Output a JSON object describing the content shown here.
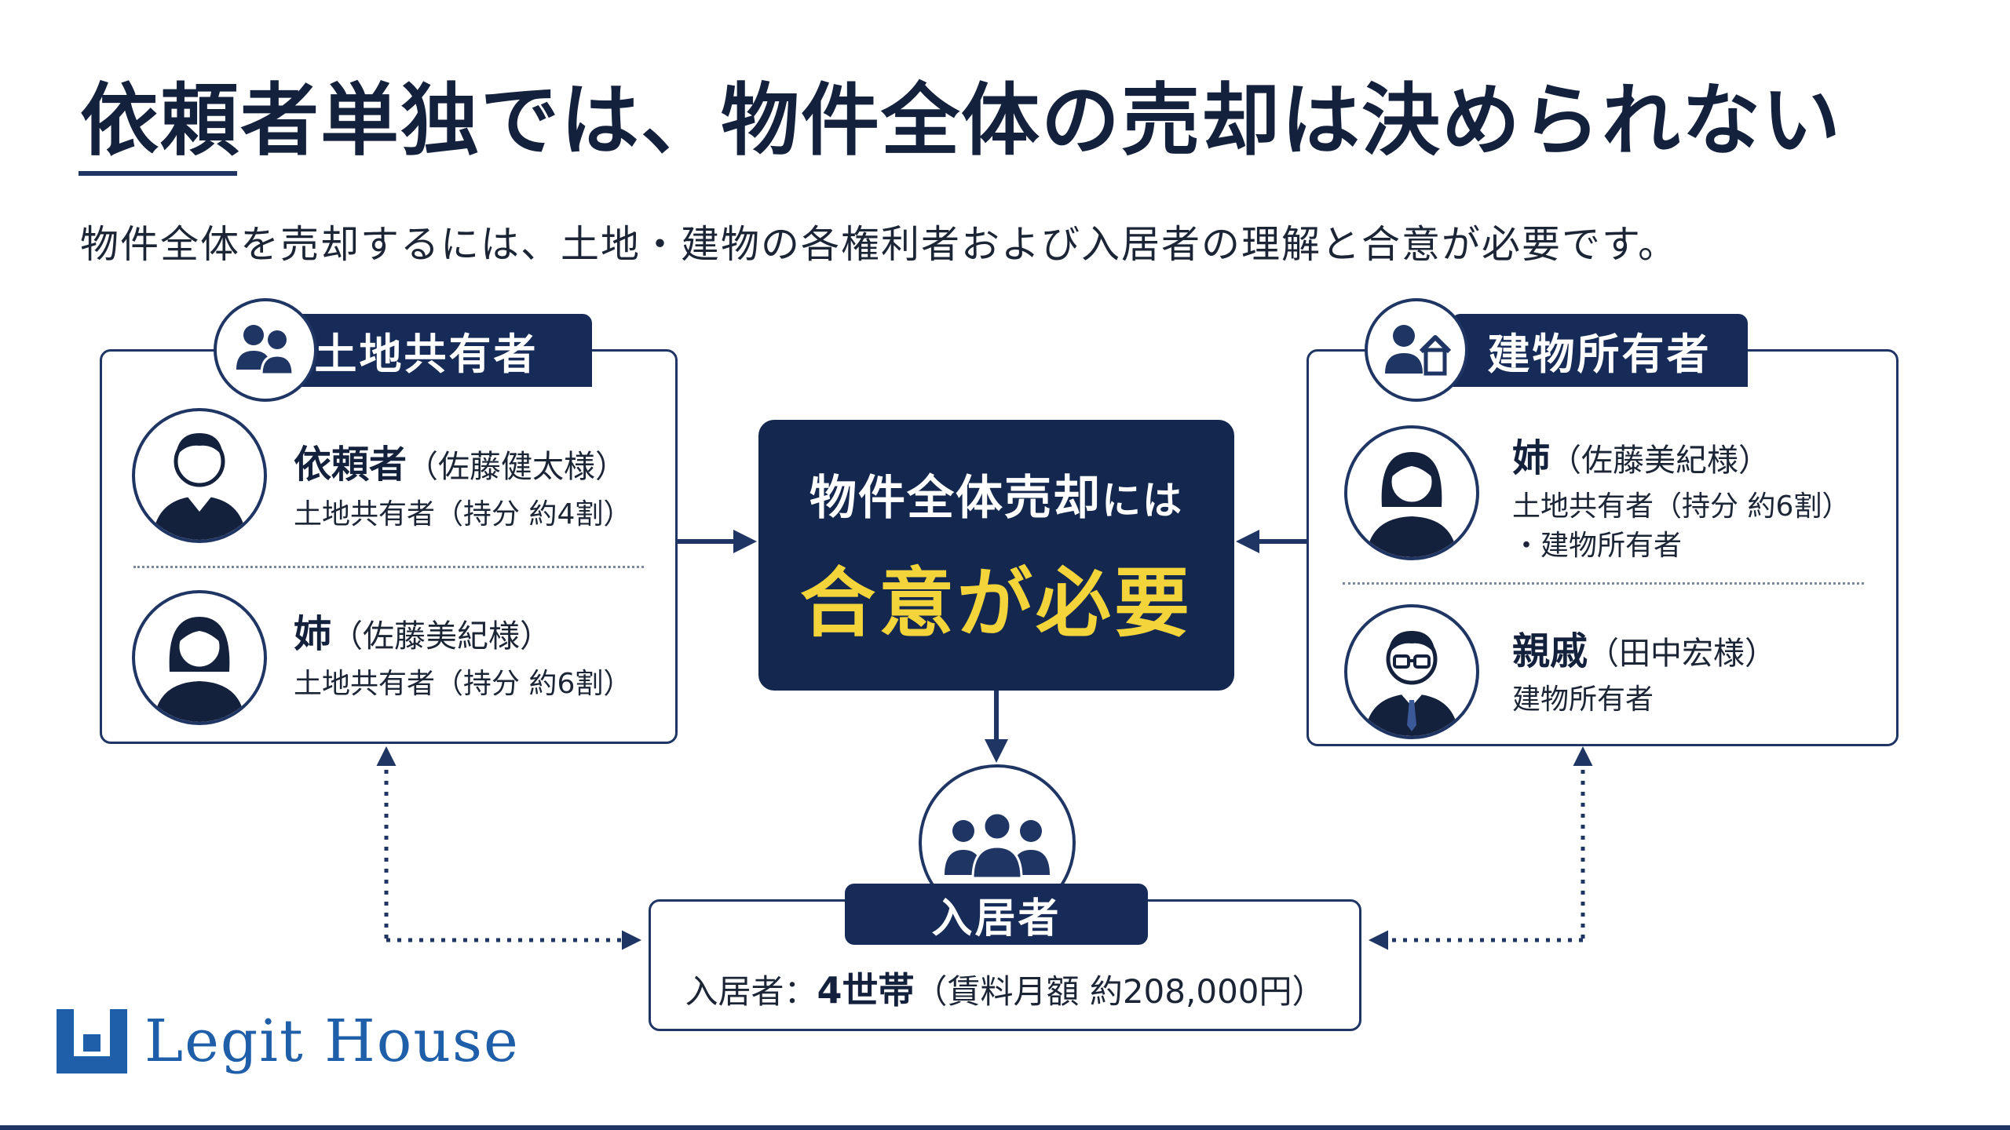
{
  "title": "依頼者単独では、物件全体の売却は決められない",
  "subtitle": "物件全体を売却するには、土地・建物の各権利者および入居者の理解と合意が必要です。",
  "land_group": {
    "label": "土地共有者",
    "members": [
      {
        "name": "依頼者",
        "paren": "（佐藤健太様）",
        "role": "土地共有者（持分 約4割）"
      },
      {
        "name": "姉",
        "paren": "（佐藤美紀様）",
        "role": "土地共有者（持分 約6割）"
      }
    ]
  },
  "building_group": {
    "label": "建物所有者",
    "members": [
      {
        "name": "姉",
        "paren": "（佐藤美紀様）",
        "role": "土地共有者（持分 約6割）",
        "role2": "・建物所有者"
      },
      {
        "name": "親戚",
        "paren": "（田中宏様）",
        "role": "建物所有者"
      }
    ]
  },
  "center": {
    "line1_main": "物件全体売却",
    "line1_small": "には",
    "line2": "合意が必要"
  },
  "residents": {
    "label": "入居者",
    "text_prefix": "入居者：",
    "text_count": "4世帯",
    "text_detail": "（賃料月額 約208,000円）"
  },
  "logo": {
    "text": "Legit House"
  },
  "colors": {
    "navy": "#14284f",
    "accent_yellow": "#f3d43a",
    "logo_blue": "#1f5ea8"
  }
}
